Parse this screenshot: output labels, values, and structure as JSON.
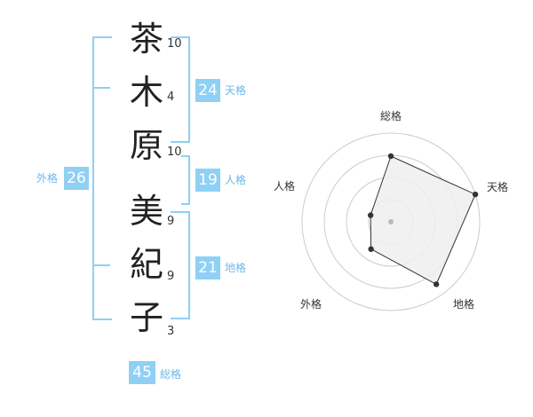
{
  "name_chars": [
    "茶",
    "木",
    "原",
    "美",
    "紀",
    "子"
  ],
  "strokes": [
    "10",
    "4",
    "10",
    "9",
    "9",
    "3"
  ],
  "scores": {
    "tenkaku": {
      "value": "24",
      "label": "天格"
    },
    "jinkaku": {
      "value": "19",
      "label": "人格"
    },
    "chikaku": {
      "value": "21",
      "label": "地格"
    },
    "gaikaku": {
      "value": "26",
      "label": "外格"
    },
    "soukaku": {
      "value": "45",
      "label": "総格"
    }
  },
  "radar": {
    "axes": [
      "総格",
      "天格",
      "地格",
      "外格",
      "人格"
    ],
    "levels": 4,
    "values": [
      0.74,
      1.0,
      0.87,
      0.38,
      0.24
    ],
    "colors": {
      "fill": "#efefef",
      "stroke": "#333333",
      "grid": "#cccccc",
      "center": "#bbbbbb"
    }
  }
}
